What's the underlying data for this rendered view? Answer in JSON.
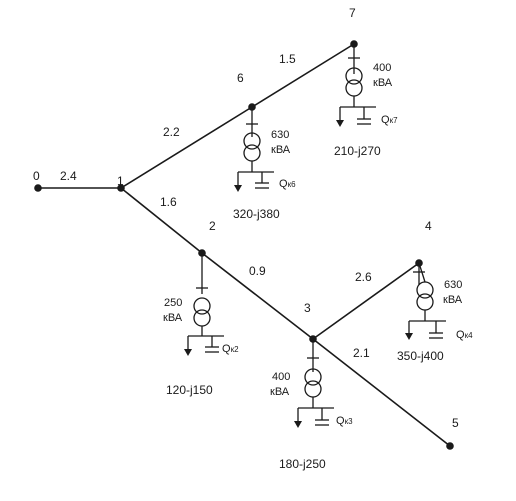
{
  "nodes": [
    {
      "id": "0",
      "label": "0"
    },
    {
      "id": "1",
      "label": "1"
    },
    {
      "id": "2",
      "label": "2"
    },
    {
      "id": "3",
      "label": "3"
    },
    {
      "id": "4",
      "label": "4"
    },
    {
      "id": "5",
      "label": "5"
    },
    {
      "id": "6",
      "label": "6"
    },
    {
      "id": "7",
      "label": "7"
    }
  ],
  "segments": [
    {
      "from": "0",
      "to": "1",
      "length": "2.4"
    },
    {
      "from": "1",
      "to": "6",
      "length": "2.2"
    },
    {
      "from": "6",
      "to": "7",
      "length": "1.5"
    },
    {
      "from": "1",
      "to": "2",
      "length": "1.6"
    },
    {
      "from": "2",
      "to": "3",
      "length": "0.9"
    },
    {
      "from": "3",
      "to": "4",
      "length": "2.6"
    },
    {
      "from": "3",
      "to": "5",
      "length": "2.1"
    }
  ],
  "transformers": [
    {
      "node": "2",
      "power": "250",
      "unit": "кВА",
      "load": "120-j150",
      "q_main": "Q",
      "q_sub": "к2"
    },
    {
      "node": "3",
      "power": "400",
      "unit": "кВА",
      "load": "180-j250",
      "q_main": "Q",
      "q_sub": "к3"
    },
    {
      "node": "4",
      "power": "630",
      "unit": "кВА",
      "load": "350-j400",
      "q_main": "Q",
      "q_sub": "к4"
    },
    {
      "node": "6",
      "power": "630",
      "unit": "кВА",
      "load": "320-j380",
      "q_main": "Q",
      "q_sub": "к6"
    },
    {
      "node": "7",
      "power": "400",
      "unit": "кВА",
      "load": "210-j270",
      "q_main": "Q",
      "q_sub": "к7"
    }
  ]
}
